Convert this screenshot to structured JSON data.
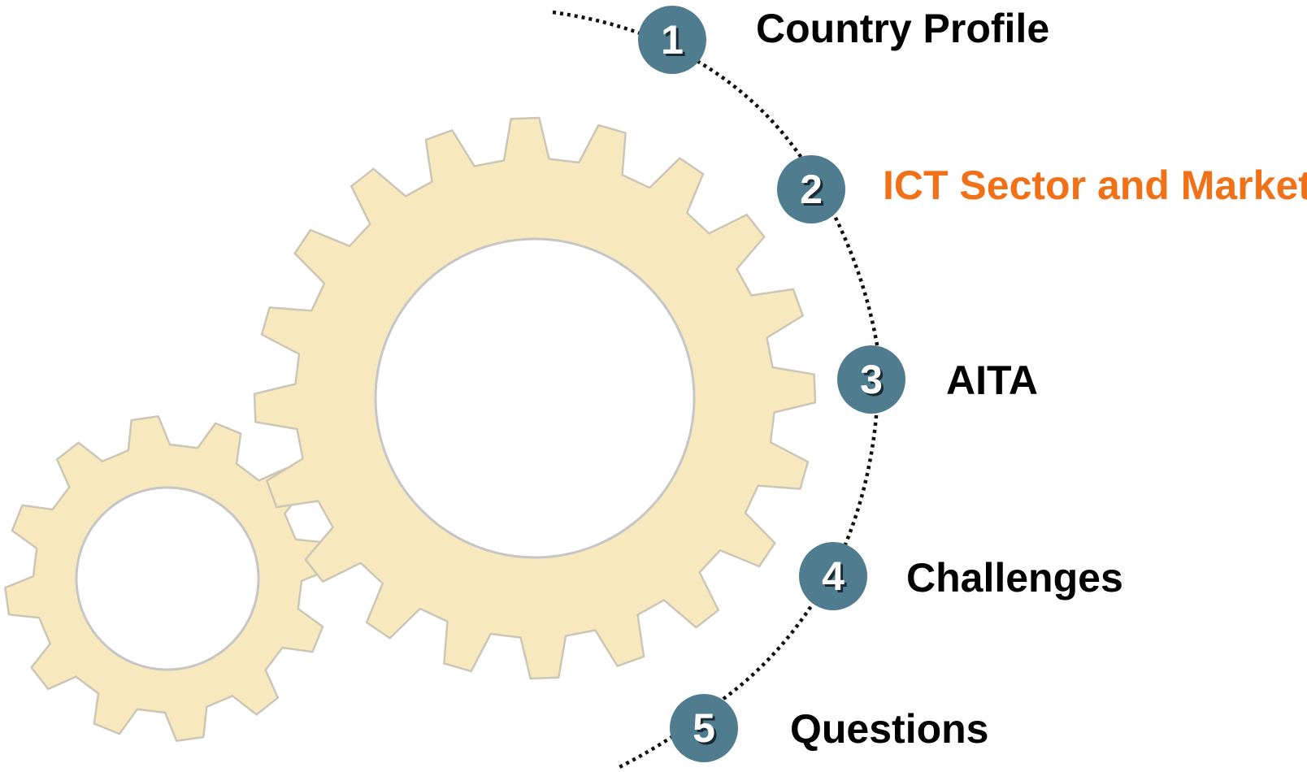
{
  "colors": {
    "gear_fill": "#f8e8be",
    "number_circle": "#4f7d8f",
    "number_text": "#ffffff",
    "label_default": "#000000",
    "label_highlight": "#f07118"
  },
  "agenda": {
    "items": [
      {
        "number": "1",
        "label": "Country Profile",
        "highlighted": false
      },
      {
        "number": "2",
        "label": "ICT Sector and Market",
        "highlighted": true
      },
      {
        "number": "3",
        "label": "AITA",
        "highlighted": false
      },
      {
        "number": "4",
        "label": "Challenges",
        "highlighted": false
      },
      {
        "number": "5",
        "label": "Questions",
        "highlighted": false
      }
    ]
  }
}
